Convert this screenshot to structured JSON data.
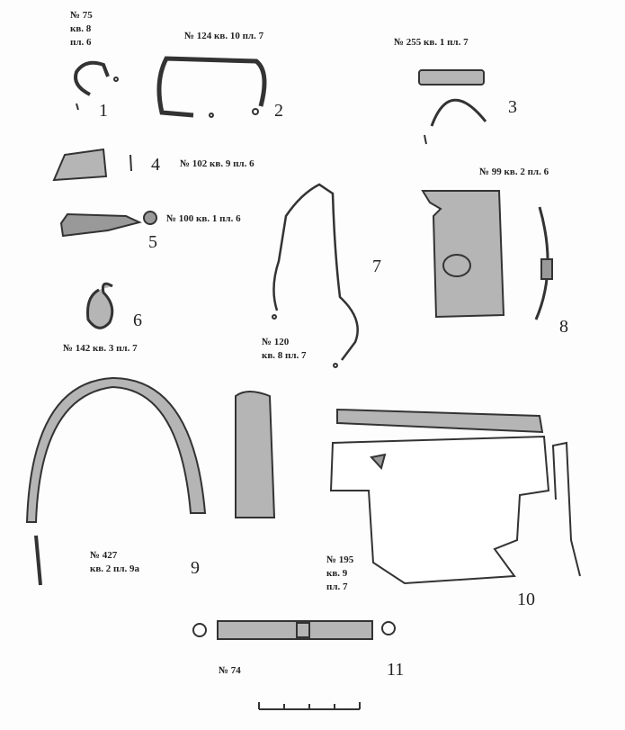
{
  "figures": [
    {
      "number": "1",
      "label": [
        "№ 75",
        "кв. 8",
        "пл. 6"
      ]
    },
    {
      "number": "2",
      "label": [
        "№ 124 кв. 10 пл. 7"
      ]
    },
    {
      "number": "3",
      "label": [
        "№ 255 кв. 1 пл. 7"
      ]
    },
    {
      "number": "4",
      "label": [
        "№ 102 кв. 9 пл. 6"
      ]
    },
    {
      "number": "5",
      "label": [
        "№ 100 кв. 1 пл. 6"
      ]
    },
    {
      "number": "6",
      "label": [
        "№ 142 кв. 3 пл. 7"
      ]
    },
    {
      "number": "7",
      "label": [
        "№ 120",
        "кв. 8 пл. 7"
      ]
    },
    {
      "number": "8",
      "label": [
        "№ 99 кв. 2 пл. 6"
      ]
    },
    {
      "number": "9",
      "label": [
        "№ 427",
        "кв. 2 пл. 9а"
      ]
    },
    {
      "number": "10",
      "label": [
        "№ 195",
        "кв. 9",
        "пл. 7"
      ]
    },
    {
      "number": "11",
      "label": [
        "№ 74"
      ]
    }
  ],
  "colors": {
    "fill": "#b5b5b5",
    "stroke": "#333333"
  }
}
